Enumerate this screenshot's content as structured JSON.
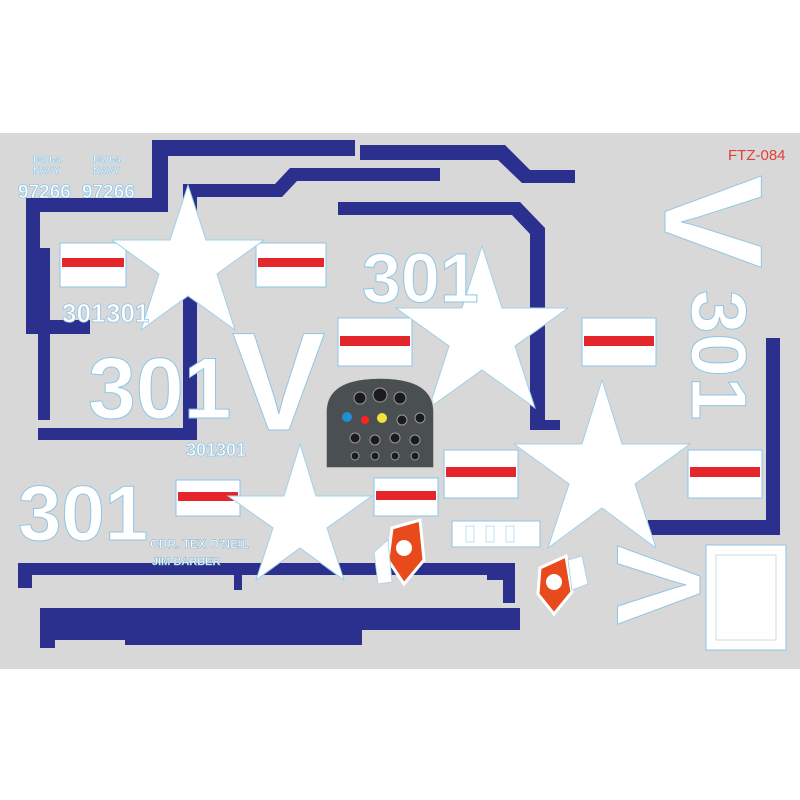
{
  "sheet": {
    "product_code": "FTZ-084",
    "navy_labels": [
      "F4U-4\nNAVY",
      "F4U-4\nNAVY"
    ],
    "navy_line1": "F4U-4",
    "navy_line2": "NAVY",
    "serial_numbers": [
      "97266",
      "97266"
    ],
    "side_number": "301",
    "tail_letter": "V",
    "pilot_name": "CDR. TEX O'NEIL",
    "crew_name": "JIM BARBER",
    "colors": {
      "background": "#d8d8d8",
      "navy_blue": "#2b2f8e",
      "insignia_red": "#e4262c",
      "outline": "#8ec6e6",
      "code_text": "#e0403a"
    },
    "icons": [
      "star-insignia",
      "instrument-panel",
      "squadron-badge"
    ]
  }
}
